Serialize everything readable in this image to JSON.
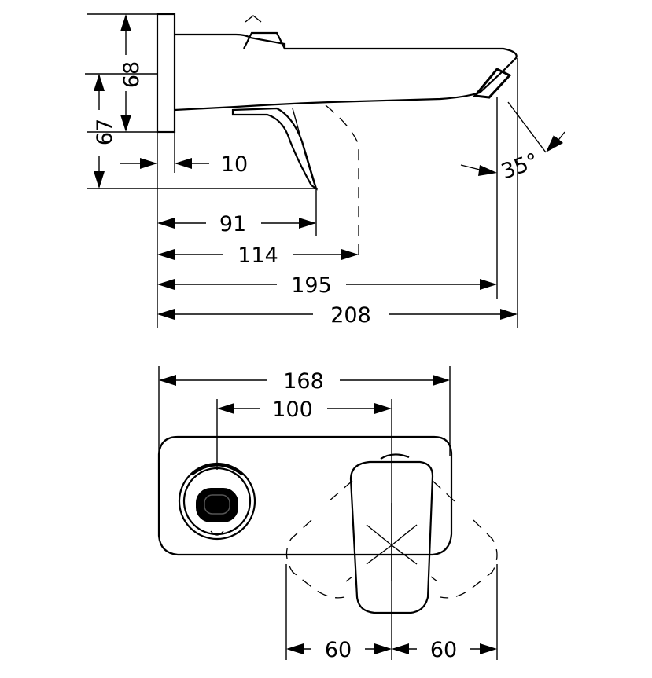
{
  "side_view": {
    "dimensions": {
      "height_68": "68",
      "height_67": "67",
      "wall_offset_10": "10",
      "lever_reach_91": "91",
      "rotation_reach_114": "114",
      "spout_reach_195": "195",
      "total_length_208": "208",
      "spout_angle": "35°"
    }
  },
  "front_view": {
    "dimensions": {
      "plate_width_168": "168",
      "center_distance_100": "100",
      "swing_left_60": "60",
      "swing_right_60": "60"
    }
  }
}
